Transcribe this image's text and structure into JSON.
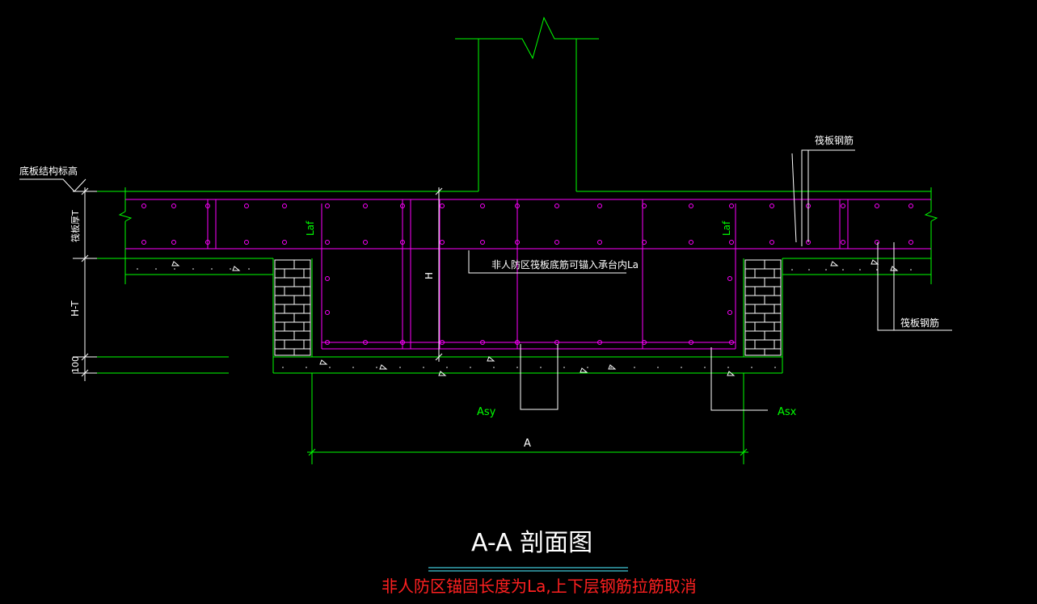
{
  "labels": {
    "bottom_slab_elevation": "底板结构标高",
    "raft_thickness": "筏板厚T",
    "h_minus_t": "H-T",
    "cushion_100": "100",
    "height_h": "H",
    "laf_left": "Laf",
    "laf_right": "Laf",
    "non_civil_defense_note": "非人防区筏板底筋可锚入承台内La",
    "raft_rebar_top": "筏板钢筋",
    "raft_rebar_right": "筏板钢筋",
    "asy": "Asy",
    "asx": "Asx",
    "width_a": "A",
    "section_title": "A-A  剖面图",
    "footer_note": "非人防区锚固长度为La,上下层钢筋拉筋取消"
  },
  "colors": {
    "background": "#000000",
    "concrete_outline": "#00ff00",
    "rebar": "#ff00ff",
    "leader_lines": "#ffffff",
    "title_underline": "#40c8d8",
    "footer_text": "#ff2020"
  }
}
